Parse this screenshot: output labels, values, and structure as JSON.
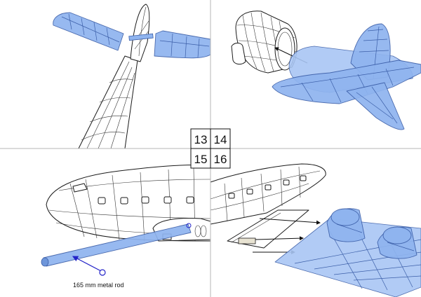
{
  "steps": [
    {
      "number": "13"
    },
    {
      "number": "14"
    },
    {
      "number": "15"
    },
    {
      "number": "16"
    }
  ],
  "callouts": {
    "rod_label": "165 mm metal rod"
  },
  "colors": {
    "highlight": "#8fb4ef",
    "highlight_stroke": "#3b5ea8",
    "leader": "#2323c8",
    "divider": "#b5b5b5"
  }
}
